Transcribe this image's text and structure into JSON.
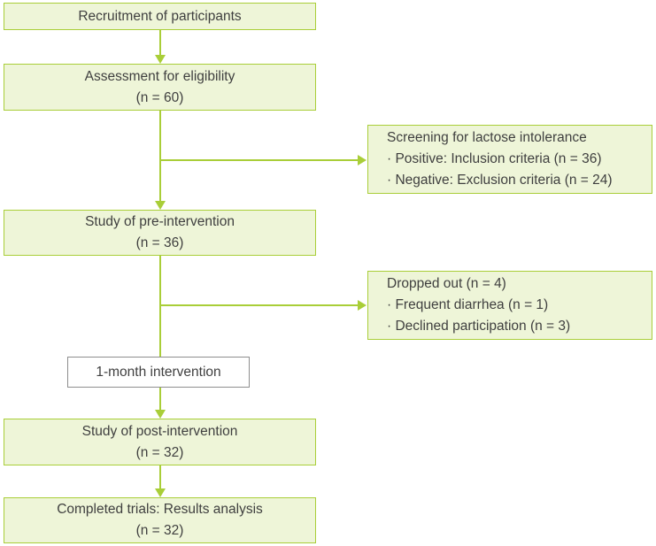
{
  "colors": {
    "box_fill": "#eef5d8",
    "box_border": "#a9ce38",
    "arrow": "#a9ce38",
    "text": "#3f3f3f",
    "intervention_border": "#8e8e8e",
    "intervention_fill": "#ffffff",
    "bg": "#ffffff"
  },
  "flowchart": {
    "recruitment": {
      "label": "Recruitment of participants"
    },
    "assessment": {
      "line1": "Assessment for eligibility",
      "line2": "(n = 60)"
    },
    "screening": {
      "title": "Screening for lactose intolerance",
      "bullet1": "· Positive: Inclusion criteria (n = 36)",
      "bullet2": "· Negative: Exclusion criteria (n = 24)"
    },
    "pre_intervention": {
      "line1": "Study of pre-intervention",
      "line2": "(n = 36)"
    },
    "dropped_out": {
      "title": "Dropped out (n = 4)",
      "bullet1": "· Frequent diarrhea (n = 1)",
      "bullet2": "· Declined participation (n = 3)"
    },
    "intervention": {
      "label": "1-month intervention"
    },
    "post_intervention": {
      "line1": "Study of post-intervention",
      "line2": "(n = 32)"
    },
    "completed": {
      "line1": "Completed trials: Results analysis",
      "line2": "(n = 32)"
    }
  }
}
